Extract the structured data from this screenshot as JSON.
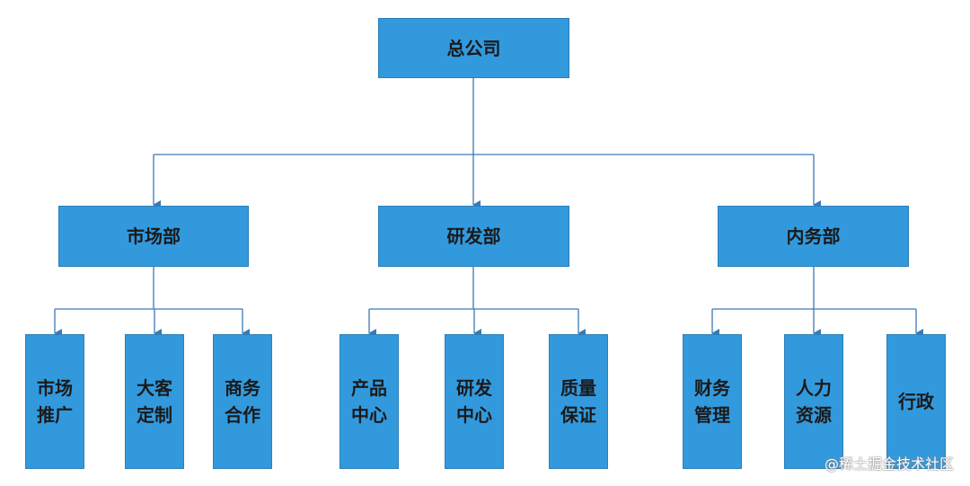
{
  "diagram": {
    "root": {
      "label": "总公司"
    },
    "departments": [
      {
        "label": "市场部",
        "children": [
          "市场推广",
          "大客定制",
          "商务合作"
        ]
      },
      {
        "label": "研发部",
        "children": [
          "产品中心",
          "研发中心",
          "质量保证"
        ]
      },
      {
        "label": "内务部",
        "children": [
          "财务管理",
          "人力资源",
          "行政"
        ]
      }
    ],
    "colors": {
      "node_fill": "#3399dd",
      "node_border": "#2a7fb8",
      "connector": "#3a7ab8",
      "text": "#1a1a1a"
    }
  },
  "watermark": "@稀土掘金技术社区"
}
